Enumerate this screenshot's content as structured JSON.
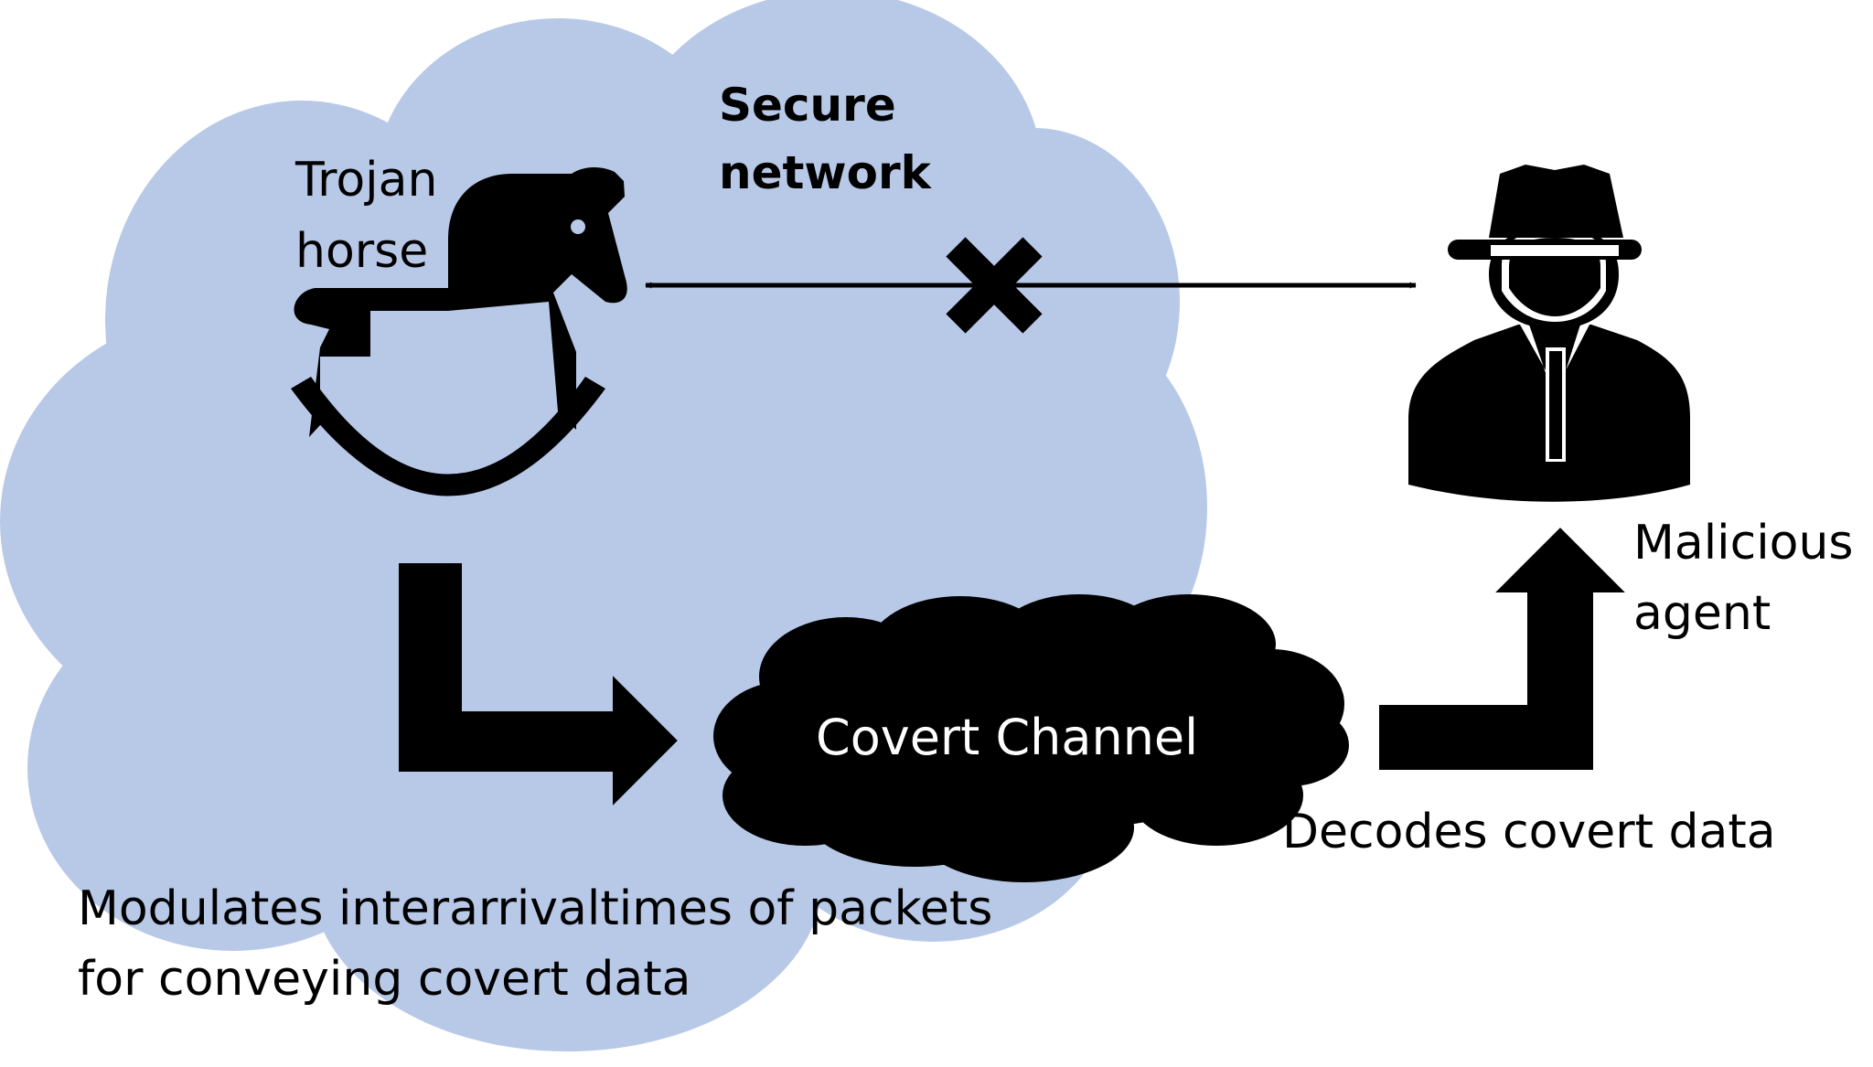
{
  "diagram": {
    "secure_network": {
      "line1": "Secure",
      "line2": "network"
    },
    "trojan_horse": {
      "line1": "Trojan",
      "line2": "horse",
      "icon": "rocking-horse-icon"
    },
    "malicious_agent": {
      "line1": "Malicious",
      "line2": "agent",
      "icon": "spy-agent-icon"
    },
    "covert_channel": {
      "label": "Covert Channel"
    },
    "decodes_caption": "Decodes covert data",
    "modulates_caption": {
      "line1": "Modulates interarrivaltimes of packets",
      "line2": "for conveying covert data"
    },
    "blocked_link_icon": "cross-icon",
    "colors": {
      "secure_network_fill": "#b8c9e8",
      "covert_channel_fill": "#000000",
      "arrow_fill": "#000000",
      "covert_channel_text": "#ffffff"
    }
  }
}
